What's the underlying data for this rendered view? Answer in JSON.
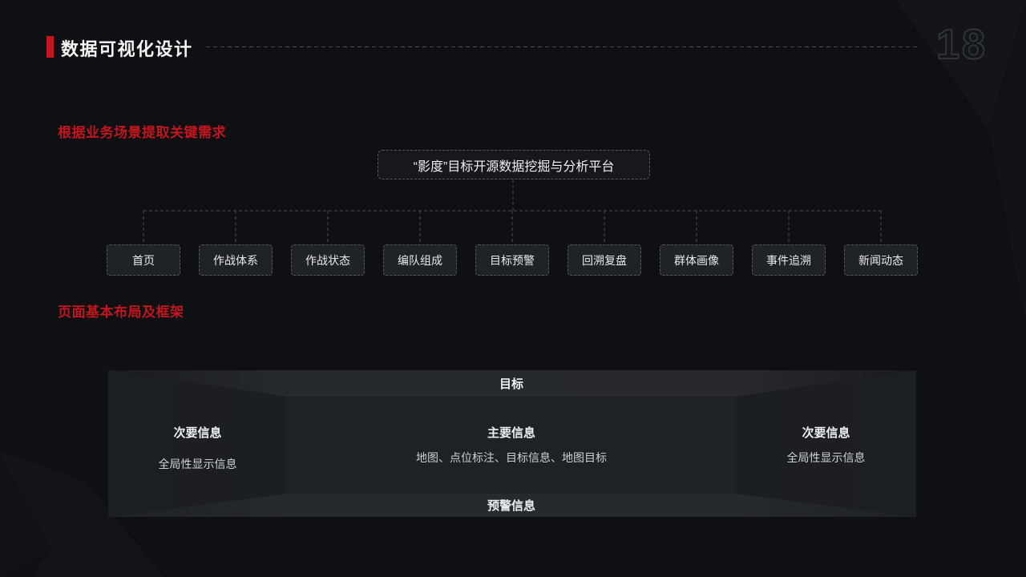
{
  "slide": {
    "title": "数据可视化设计",
    "page_number": "18",
    "colors": {
      "background": "#0e1013",
      "accent_red": "#c2161e",
      "box_fill": "#1f2227",
      "box_border": "#55585e",
      "connector": "#4a4d52",
      "wireframe_band": "#26292e"
    }
  },
  "section1": {
    "heading": "根据业务场景提取关键需求",
    "tree": {
      "root": "“影度”目标开源数据挖掘与分析平台",
      "children": [
        "首页",
        "作战体系",
        "作战状态",
        "编队组成",
        "目标预警",
        "回溯复盘",
        "群体画像",
        "事件追溯",
        "新闻动态"
      ]
    }
  },
  "section2": {
    "heading": "页面基本布局及框架",
    "wireframe": {
      "top_bar": "目标",
      "left_panel": {
        "title": "次要信息",
        "subtitle": "全局性显示信息"
      },
      "center_panel": {
        "title": "主要信息",
        "subtitle": "地图、点位标注、目标信息、地图目标"
      },
      "right_panel": {
        "title": "次要信息",
        "subtitle": "全局性显示信息"
      },
      "bottom_bar": "预警信息"
    }
  }
}
